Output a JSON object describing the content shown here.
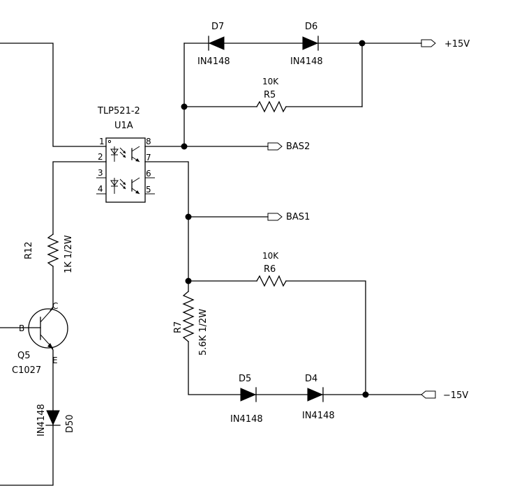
{
  "ic": {
    "part": "TLP521-2",
    "ref": "U1A",
    "pins": [
      "1",
      "2",
      "3",
      "4",
      "5",
      "6",
      "7",
      "8"
    ]
  },
  "diodes": {
    "d7": {
      "ref": "D7",
      "part": "IN4148"
    },
    "d6": {
      "ref": "D6",
      "part": "IN4148"
    },
    "d5": {
      "ref": "D5",
      "part": "IN4148"
    },
    "d4": {
      "ref": "D4",
      "part": "IN4148"
    },
    "d50": {
      "ref": "D50",
      "part": "IN4148"
    }
  },
  "resistors": {
    "r5": {
      "ref": "R5",
      "value": "10K"
    },
    "r6": {
      "ref": "R6",
      "value": "10K"
    },
    "r7": {
      "ref": "R7",
      "value": "5.6K 1/2W"
    },
    "r12": {
      "ref": "R12",
      "value": "1K 1/2W"
    }
  },
  "transistor": {
    "ref": "Q5",
    "part": "C1027",
    "pin_b": "B",
    "pin_c": "C",
    "pin_e": "E"
  },
  "ports": {
    "plus15": "+15V",
    "minus15": "−15V",
    "bas2": "BAS2",
    "bas1": "BAS1"
  }
}
